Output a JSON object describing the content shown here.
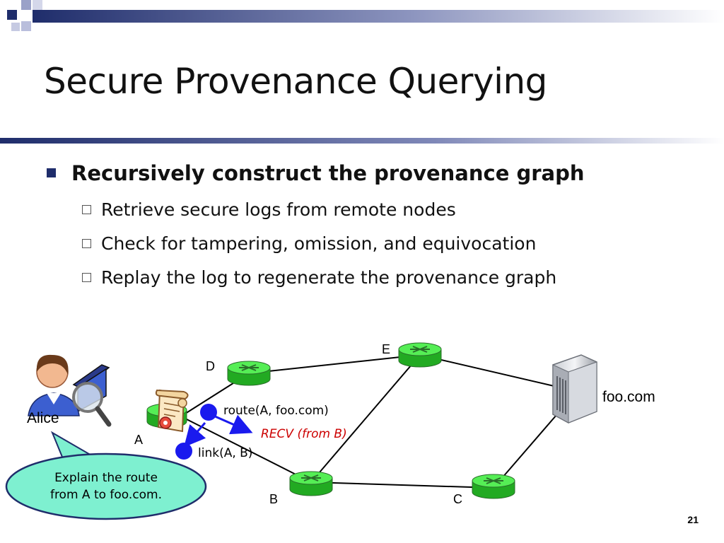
{
  "slide": {
    "title": "Secure Provenance Querying",
    "bullet": "Recursively construct the provenance graph",
    "sub_bullets": [
      "Retrieve secure logs from remote nodes",
      "Check for tampering, omission, and equivocation",
      "Replay the log to regenerate the provenance graph"
    ],
    "slide_number": "21"
  },
  "diagram": {
    "nodes": {
      "a": "A",
      "b": "B",
      "c": "C",
      "d": "D",
      "e": "E"
    },
    "server": "foo.com",
    "user": "Alice",
    "tuples": {
      "route": "route(A, foo.com)",
      "link": "link(A, B)",
      "recv": "RECV (from B)"
    },
    "callout": [
      "Explain the route",
      "from A to foo.com."
    ]
  },
  "colors": {
    "accent": "#1f2d6b",
    "router_green": "#33cc33",
    "tuple_blue": "#1a1aee",
    "recv_red": "#cc0000",
    "callout_fill": "#7ef0d0"
  }
}
